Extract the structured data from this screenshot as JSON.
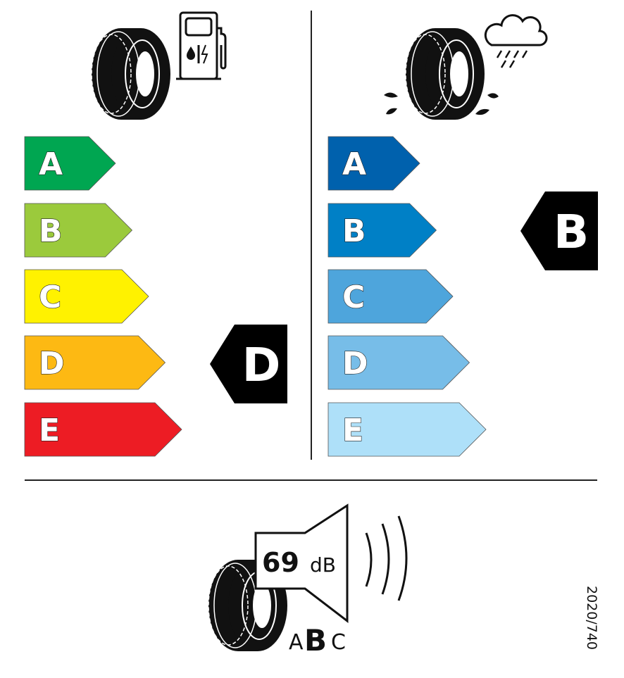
{
  "fuel_efficiency": {
    "classes": [
      {
        "label": "A",
        "color": "#00a651"
      },
      {
        "label": "B",
        "color": "#9bca3c"
      },
      {
        "label": "C",
        "color": "#fff200"
      },
      {
        "label": "D",
        "color": "#fdb913"
      },
      {
        "label": "E",
        "color": "#ed1c24"
      }
    ],
    "rating": "D",
    "icon": "fuel-pump-icon"
  },
  "wet_grip": {
    "classes": [
      {
        "label": "A",
        "color": "#0061ad"
      },
      {
        "label": "B",
        "color": "#0080c6"
      },
      {
        "label": "C",
        "color": "#4ea5dc"
      },
      {
        "label": "D",
        "color": "#77bde8"
      },
      {
        "label": "E",
        "color": "#aee0f9"
      }
    ],
    "rating": "B",
    "icon": "rain-cloud-icon"
  },
  "noise": {
    "value": "69",
    "unit": "dB",
    "class_left": "A",
    "class_selected": "B",
    "class_right": "C"
  },
  "regulation": "2020/740"
}
